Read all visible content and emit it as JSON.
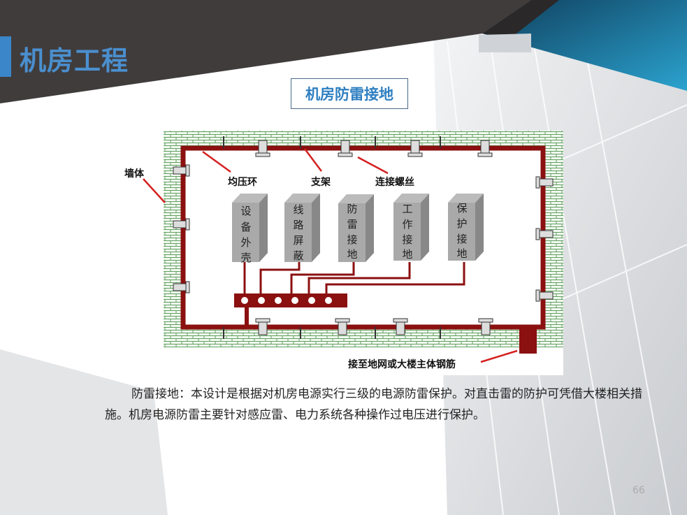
{
  "header": {
    "title": "机房工程",
    "subtitle": "机房防雷接地"
  },
  "diagram": {
    "labels": {
      "wall": "墙体",
      "ring": "均压环",
      "bracket": "支架",
      "screw": "连接螺丝",
      "ground": "接至地网或大楼主体钢筋"
    },
    "boxes": [
      {
        "chars": [
          "设",
          "备",
          "外",
          "壳"
        ]
      },
      {
        "chars": [
          "线",
          "路",
          "屏",
          "蔽"
        ]
      },
      {
        "chars": [
          "防",
          "雷",
          "接",
          "地"
        ]
      },
      {
        "chars": [
          "工",
          "作",
          "接",
          "地"
        ]
      },
      {
        "chars": [
          "保",
          "护",
          "接",
          "地"
        ]
      }
    ]
  },
  "body": {
    "paragraph": "防雷接地：本设计是根据对机房电源实行三级的电源防雷保护。对直击雷的防护可凭借大楼相关措施。机房电源防雷主要针对感应雷、电力系统各种操作过电压进行保护。"
  },
  "footer": {
    "page_number": "66"
  },
  "colors": {
    "accent": "#4a8fcf",
    "ring": "#8b1010",
    "brick": "#6aa36a"
  }
}
